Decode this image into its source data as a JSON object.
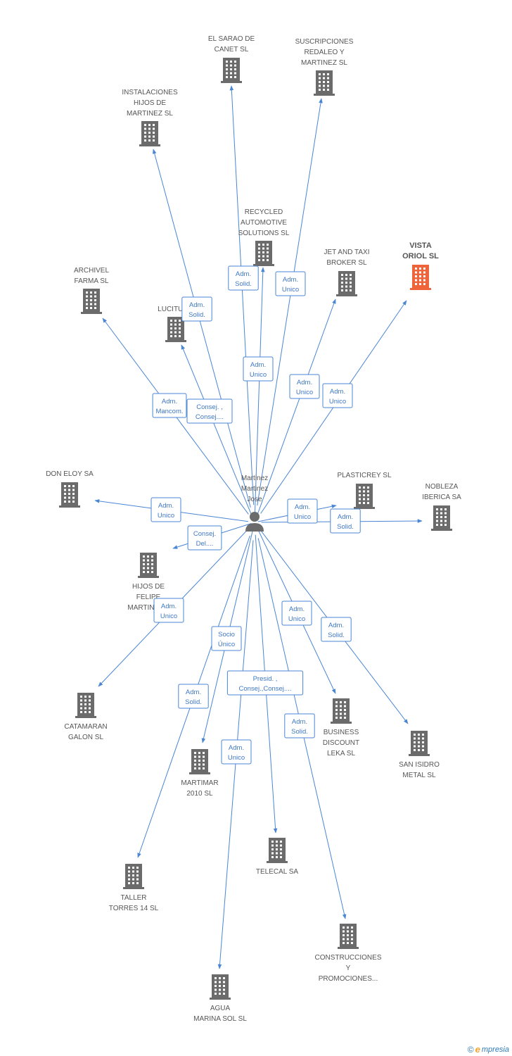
{
  "center": {
    "name": "Martinez\nMartinez\nJose",
    "icon": "person-icon"
  },
  "companies": [
    {
      "id": "el-sarao",
      "label": "EL SARAO DE\nCANET SL",
      "role": "Adm.\nSolid."
    },
    {
      "id": "suscripciones",
      "label": "SUSCRIPCIONES\nREDALEO Y\nMARTINEZ SL",
      "role": "Adm.\nUnico"
    },
    {
      "id": "instalaciones",
      "label": "INSTALACIONES\nHIJOS DE\nMARTINEZ SL",
      "role": "Adm.\nSolid."
    },
    {
      "id": "recycled",
      "label": "RECYCLED\nAUTOMOTIVE\nSOLUTIONS SL",
      "role": "Adm.\nUnico"
    },
    {
      "id": "jet-taxi",
      "label": "JET AND TAXI\nBROKER SL",
      "role": "Adm.\nUnico"
    },
    {
      "id": "vista-oriol",
      "label": "VISTA\nORIOL SL",
      "role": "Adm.\nUnico",
      "highlight": true
    },
    {
      "id": "archivel",
      "label": "ARCHIVEL\nFARMA SL",
      "role": "Adm.\nMancom."
    },
    {
      "id": "lucitur",
      "label": "LUCITUR...",
      "role": "Consej. ,\nConsej...."
    },
    {
      "id": "don-eloy",
      "label": "DON ELOY SA",
      "role": "Adm.\nUnico"
    },
    {
      "id": "plasticrey",
      "label": "PLASTICREY SL",
      "role": "Adm.\nUnico"
    },
    {
      "id": "nobleza",
      "label": "NOBLEZA\nIBERICA SA",
      "role": "Adm.\nSolid."
    },
    {
      "id": "hijos-felipe",
      "label": "HIJOS DE\nFELIPE\nMARTINEZ...",
      "role": "Consej.\nDel...."
    },
    {
      "id": "catamaran",
      "label": "CATAMARAN\nGALON SL",
      "role": "Adm.\nUnico"
    },
    {
      "id": "business",
      "label": "BUSINESS\nDISCOUNT\nLEKA SL",
      "role": "Adm.\nUnico"
    },
    {
      "id": "san-isidro",
      "label": "SAN ISIDRO\nMETAL SL",
      "role": "Adm.\nSolid."
    },
    {
      "id": "martimar",
      "label": "MARTIMAR\n2010 SL",
      "role": "Socio\nÚnico"
    },
    {
      "id": "telecal",
      "label": "TELECAL SA",
      "role": "Presid. ,\nConsej.,Consej...."
    },
    {
      "id": "taller",
      "label": "TALLER\nTORRES 14 SL",
      "role": "Adm.\nSolid."
    },
    {
      "id": "construcciones",
      "label": "CONSTRUCCIONES\nY\nPROMOCIONES...",
      "role": "Adm.\nSolid."
    },
    {
      "id": "agua-marina",
      "label": "AGUA\nMARINA SOL SL",
      "role": "Adm.\nUnico"
    }
  ],
  "colors": {
    "edge": "#4a86d4",
    "building": "#6b6b6b",
    "highlight": "#f0643c",
    "person": "#6b6b6b"
  },
  "footer": {
    "copyright": "©",
    "brand_initial": "e",
    "brand_rest": "mpresia"
  }
}
